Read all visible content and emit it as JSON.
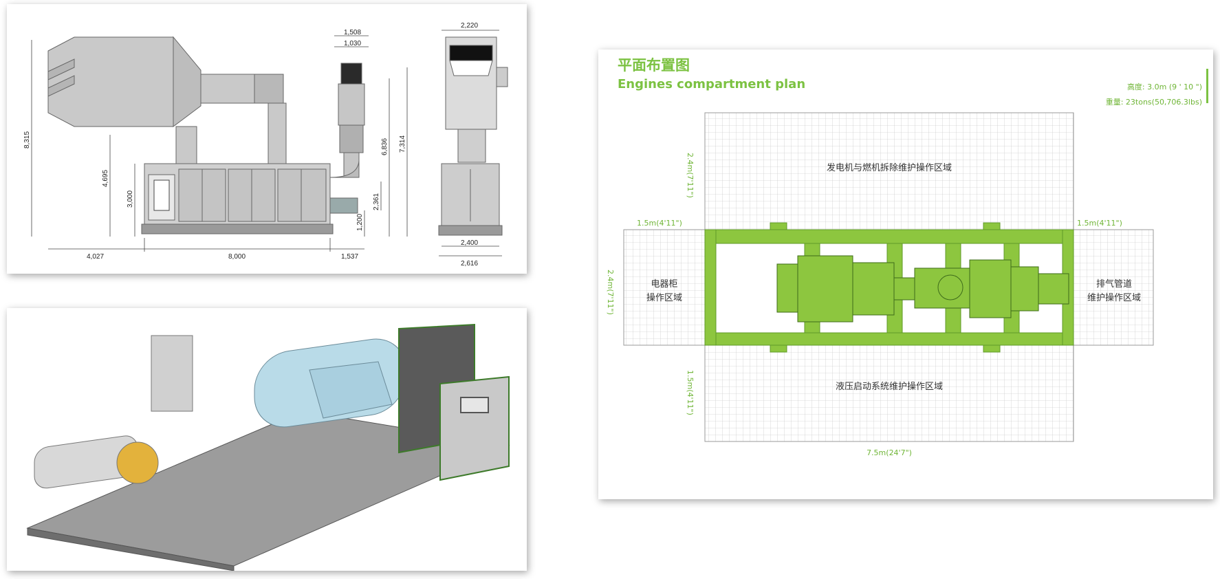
{
  "drawing_dims": {
    "front": [
      "1,508",
      "1,030",
      "8,315",
      "4,695",
      "3,000",
      "6,836",
      "7,314",
      "2,361",
      "1,200",
      "4,027",
      "8,000",
      "1,537"
    ],
    "side": [
      "2,220",
      "2,400",
      "2,616"
    ]
  },
  "plan": {
    "title_cn": "平面布置图",
    "title_en": "Engines compartment plan",
    "height_spec": "高度: 3.0m (9 ' 10 \")",
    "weight_spec": "重量: 23tons(50,706.3lbs)",
    "zone_top": "发电机与燃机拆除维护操作区域",
    "zone_bottom": "液压启动系统维护操作区域",
    "zone_left_1": "电器柜",
    "zone_left_2": "操作区域",
    "zone_right_1": "排气管道",
    "zone_right_2": "维护操作区域",
    "dim_top_left": "1.5m(4'11\")",
    "dim_top_right": "1.5m(4'11\")",
    "dim_left_upper": "2.4m(7'11\")",
    "dim_left_mid": "2.4m(7'11\")",
    "dim_left_lower": "1.5m(4'11\")",
    "dim_bottom": "7.5m(24'7\")"
  },
  "colors": {
    "accent_green": "#7cc242",
    "frame_green": "#8dc63f",
    "grid_gray": "#bdbdbd",
    "machine_blue": "#b9dbe8"
  }
}
